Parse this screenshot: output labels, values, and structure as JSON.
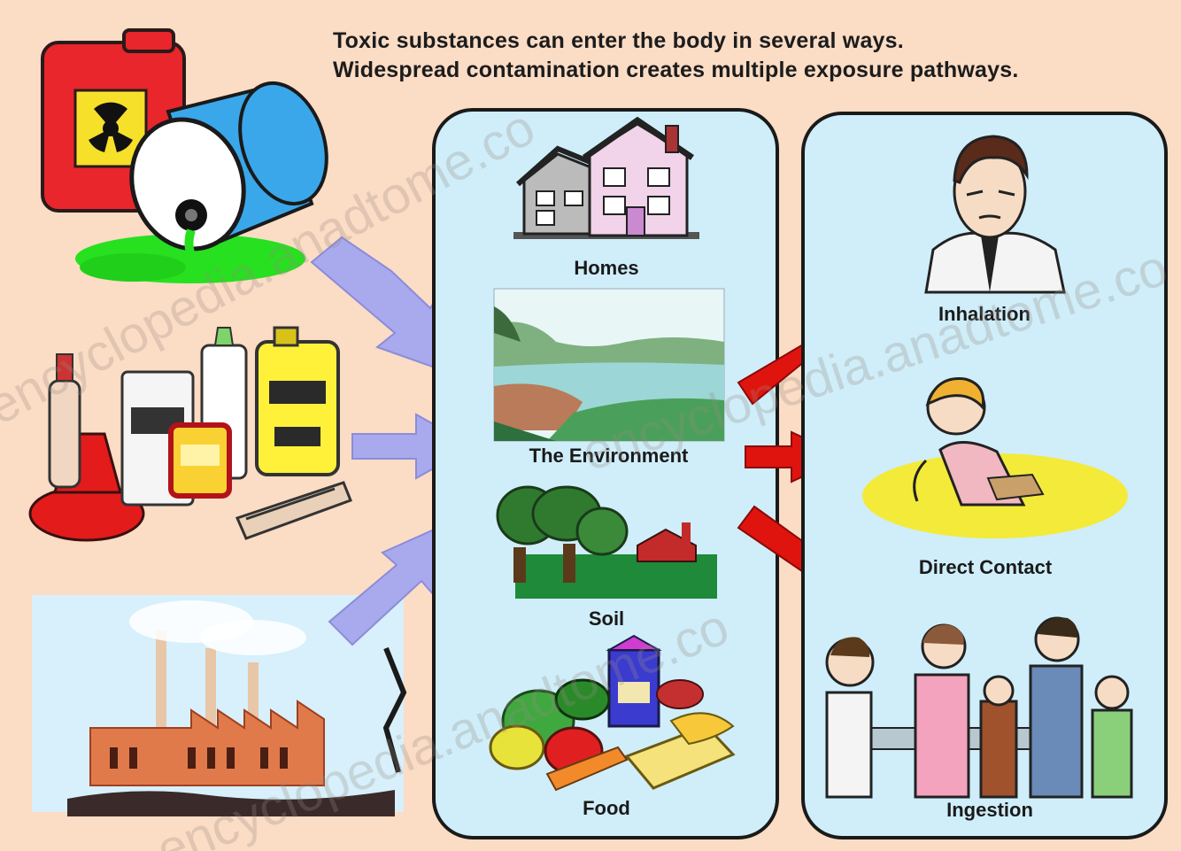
{
  "title": {
    "line1": "Toxic substances can enter the body in several ways.",
    "line2": "Widespread contamination creates multiple exposure pathways."
  },
  "sources": {
    "items": [
      {
        "icon": "toxic-barrels-icon"
      },
      {
        "icon": "household-chemicals-icon"
      },
      {
        "icon": "factory-icon"
      }
    ]
  },
  "media": {
    "items": [
      {
        "label": "Homes",
        "icon": "houses-icon"
      },
      {
        "label": "The Environment",
        "icon": "landscape-icon"
      },
      {
        "label": "Soil",
        "icon": "trees-farm-icon"
      },
      {
        "label": "Food",
        "icon": "food-icon"
      }
    ]
  },
  "pathways": {
    "items": [
      {
        "label": "Inhalation",
        "icon": "inhaling-man-icon"
      },
      {
        "label": "Direct Contact",
        "icon": "child-playing-icon"
      },
      {
        "label": "Ingestion",
        "icon": "family-eating-icon"
      }
    ]
  },
  "colors": {
    "background": "#fbdcc5",
    "panel": "#cfeefa",
    "input_arrow": "#a9a9ee",
    "output_arrow": "#e0140e"
  },
  "watermark": "encyclopedia.anadtome.co"
}
